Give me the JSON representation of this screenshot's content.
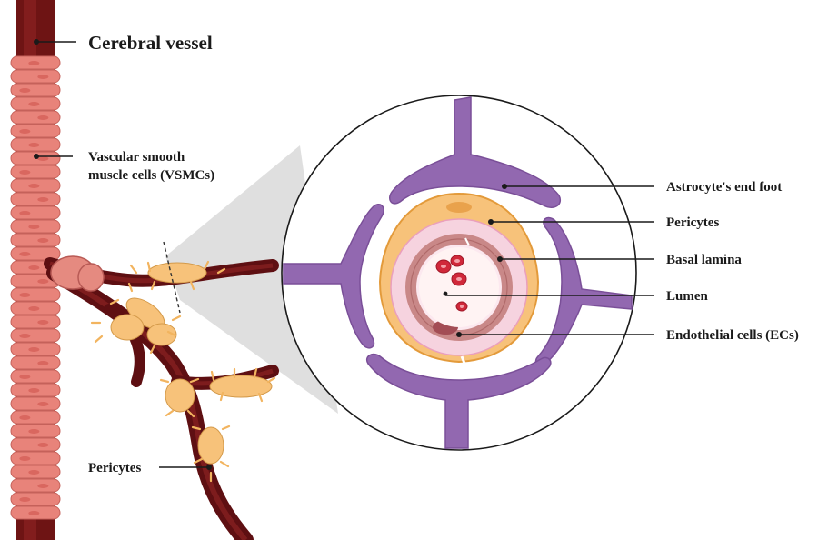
{
  "labels": {
    "cerebral_vessel": "Cerebral vessel",
    "vsmc_line1": "Vascular smooth",
    "vsmc_line2": "muscle cells (VSMCs)",
    "pericytes_left": "Pericytes",
    "astrocyte_end_foot": "Astrocyte's end foot",
    "pericytes_right": "Pericytes",
    "basal_lamina": "Basal lamina",
    "lumen": "Lumen",
    "endothelial_cells": "Endothelial cells (ECs)"
  },
  "colors": {
    "vessel_dark": "#7a1a1a",
    "vsmc_pink": "#e8837a",
    "pericyte_orange": "#f7c27a",
    "astrocyte_purple": "#9268b0",
    "basal_lamina_pink": "#f6d3df",
    "endothelial_mauve": "#c98888",
    "red_blood_cell": "#d0283a"
  }
}
